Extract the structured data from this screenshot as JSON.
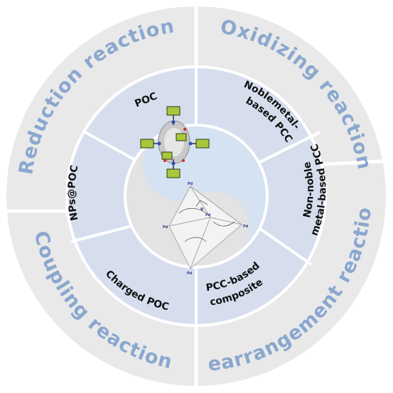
{
  "diagram": {
    "outer_ring": [
      {
        "id": "reduction",
        "label": "Reduction reaction"
      },
      {
        "id": "oxidizing",
        "label": "Oxidizing reaction"
      },
      {
        "id": "rearrangement",
        "label": "Rearrangement reaction"
      },
      {
        "id": "coupling",
        "label": "Coupling reaction"
      }
    ],
    "inner_ring": [
      {
        "id": "poc",
        "label": "POC"
      },
      {
        "id": "noblemetal",
        "lines": [
          "Noblemetal-",
          "based PCC"
        ]
      },
      {
        "id": "non-noble",
        "lines": [
          "Non-noble",
          "metal-based PCC"
        ]
      },
      {
        "id": "pcc-composite",
        "lines": [
          "PCC-based",
          "composite"
        ]
      },
      {
        "id": "charged-poc",
        "label": "Charged  POC"
      },
      {
        "id": "nps-poc",
        "label": "NPs@POC"
      }
    ],
    "center": {
      "molecule_top": "porous organic cage structure",
      "molecule_bottom": "octahedral Pd cage structure",
      "vertex_label": "Pd",
      "inner_atom_label": "N"
    },
    "colors": {
      "outer_ring": "#e9e9e9",
      "inner_ring": "#d6deee",
      "center_light": "#d4e2f1",
      "center_gray": "#e3e3e3",
      "outer_text": "#8aa7cf",
      "inner_text": "#111111"
    }
  }
}
